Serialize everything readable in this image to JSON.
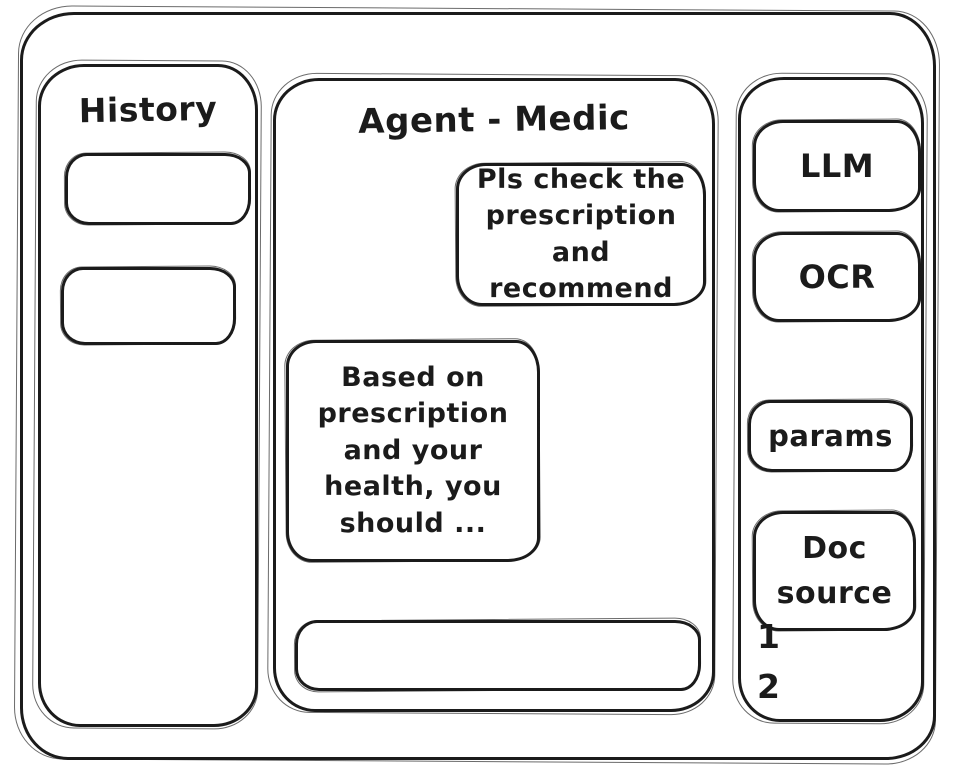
{
  "theme": {
    "ink": "#1b1b1b",
    "background": "#ffffff"
  },
  "history_panel": {
    "title": "History",
    "items": [
      "",
      ""
    ]
  },
  "chat_panel": {
    "title": "Agent - Medic",
    "messages": [
      {
        "role": "user",
        "text": "Pls check the prescription and recommend"
      },
      {
        "role": "assistant",
        "text": "Based on prescription and your health, you should ..."
      }
    ],
    "input": {
      "value": ""
    }
  },
  "tools_panel": {
    "buttons": [
      {
        "label": "LLM"
      },
      {
        "label": "OCR"
      },
      {
        "label": "params"
      },
      {
        "label": "Doc source"
      }
    ],
    "doc_sources": [
      "1",
      "2"
    ]
  }
}
